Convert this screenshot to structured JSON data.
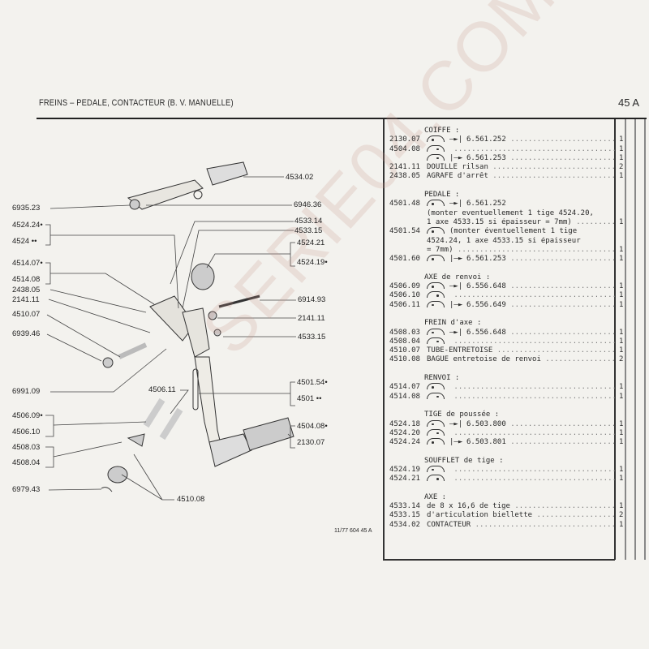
{
  "header": {
    "title": "FREINS – PEDALE, CONTACTEUR (B. V. MANUELLE)",
    "page": "45 A"
  },
  "footer": {
    "code": "11/77 604 45 A"
  },
  "watermark": "SERIE04.COM",
  "callouts": [
    "4534.02",
    "6935.23",
    "6946.36",
    "4524.24•",
    "4524 ••",
    "4533.14",
    "4533.15",
    "4524.21",
    "4524.19•",
    "4514.07•",
    "4514.08",
    "2438.05",
    "2141.11",
    "4510.07",
    "6939.46",
    "6914.93",
    "2141.11",
    "4533.15",
    "6991.09",
    "4506.11",
    "4501.54•",
    "4501 ••",
    "4506.09•",
    "4506.10",
    "4504.08•",
    "2130.07",
    "4508.03",
    "4508.04",
    "6979.43",
    "4510.08"
  ],
  "parts": [
    {
      "heading": "COIFFE :"
    },
    {
      "ref": "2130.07",
      "sym": "l",
      "arrow": "→|",
      "text": "6.561.252",
      "qty": "1"
    },
    {
      "ref": "4504.08",
      "sym": "r",
      "text": "",
      "qty": "1"
    },
    {
      "ref": "",
      "sym": "r",
      "arrow": "|→",
      "text": "6.561.253",
      "qty": "1"
    },
    {
      "ref": "2141.11",
      "text": "DOUILLE rilsan",
      "qty": "2"
    },
    {
      "ref": "2438.05",
      "text": "AGRAFE d'arrêt",
      "qty": "1"
    },
    {
      "blank": true
    },
    {
      "heading": "PEDALE :"
    },
    {
      "ref": "4501.48",
      "sym": "l",
      "arrow": "→|",
      "text": "6.561.252",
      "nodots": true
    },
    {
      "ref": "",
      "text": "(monter eventuellement 1 tige 4524.20,",
      "nodots": true
    },
    {
      "ref": "",
      "text": "1 axe 4533.15 si épaisseur = 7mm)",
      "qty": "1"
    },
    {
      "ref": "4501.54",
      "sym": "l",
      "text": "(monter éventuellement 1 tige",
      "nodots": true
    },
    {
      "ref": "",
      "text": "4524.24, 1 axe 4533.15 si épaisseur",
      "nodots": true
    },
    {
      "ref": "",
      "text": "= 7mm)",
      "qty": "1"
    },
    {
      "ref": "4501.60",
      "sym": "l",
      "arrow": "|→",
      "text": "6.561.253",
      "qty": "1"
    },
    {
      "blank": true
    },
    {
      "heading": "AXE de renvoi :"
    },
    {
      "ref": "4506.09",
      "sym": "l",
      "arrow": "→|",
      "text": "6.556.648",
      "qty": "1"
    },
    {
      "ref": "4506.10",
      "sym": "r",
      "text": "",
      "qty": "1"
    },
    {
      "ref": "4506.11",
      "sym": "l",
      "arrow": "|→",
      "text": "6.556.649",
      "qty": "1"
    },
    {
      "blank": true
    },
    {
      "heading": "FREIN d'axe :"
    },
    {
      "ref": "4508.03",
      "sym": "l",
      "arrow": "→|",
      "text": "6.556.648",
      "qty": "1"
    },
    {
      "ref": "4508.04",
      "sym": "r",
      "text": "",
      "qty": "1"
    },
    {
      "ref": "4510.07",
      "text": "TUBE-ENTRETOISE",
      "qty": "1"
    },
    {
      "ref": "4510.08",
      "text": "BAGUE entretoise de renvoi",
      "qty": "2"
    },
    {
      "blank": true
    },
    {
      "heading": "RENVOI :"
    },
    {
      "ref": "4514.07",
      "sym": "l",
      "text": "",
      "qty": "1"
    },
    {
      "ref": "4514.08",
      "sym": "r",
      "text": "",
      "qty": "1"
    },
    {
      "blank": true
    },
    {
      "heading": "TIGE de poussée :"
    },
    {
      "ref": "4524.18",
      "sym": "l",
      "arrow": "→|",
      "text": "6.503.800",
      "qty": "1"
    },
    {
      "ref": "4524.20",
      "sym": "r",
      "text": "",
      "qty": "1"
    },
    {
      "ref": "4524.24",
      "sym": "l",
      "arrow": "|→",
      "text": "6.503.801",
      "qty": "1"
    },
    {
      "blank": true
    },
    {
      "heading": "SOUFFLET de tige :"
    },
    {
      "ref": "4524.19",
      "sym": "l",
      "text": "",
      "qty": "1"
    },
    {
      "ref": "4524.21",
      "sym": "r",
      "text": "",
      "qty": "1"
    },
    {
      "blank": true
    },
    {
      "heading": "AXE :"
    },
    {
      "ref": "4533.14",
      "text": " de 8 x 16,6 de tige",
      "qty": "1"
    },
    {
      "ref": "4533.15",
      "text": " d'articulation biellette",
      "qty": "2"
    },
    {
      "ref": "4534.02",
      "text": "CONTACTEUR",
      "qty": "1"
    }
  ]
}
